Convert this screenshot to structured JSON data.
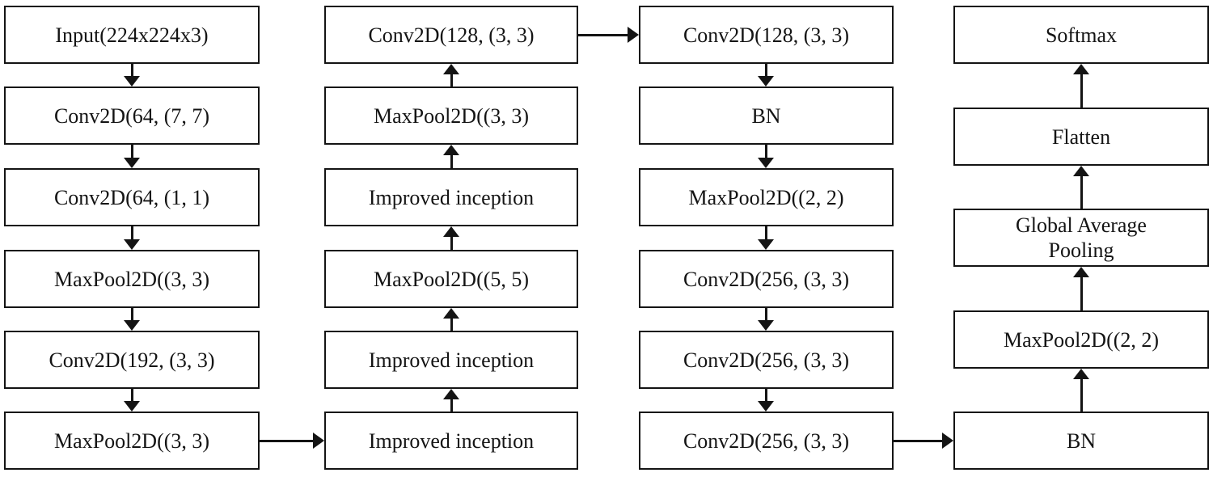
{
  "diagram": {
    "description": "Convolutional neural network architecture flowchart",
    "columns": [
      {
        "name": "stage-1",
        "flow": "down",
        "boxes": [
          "Input(224x224x3)",
          "Conv2D(64, (7, 7)",
          "Conv2D(64, (1, 1)",
          "MaxPool2D((3, 3)",
          "Conv2D(192, (3, 3)",
          "MaxPool2D((3, 3)"
        ]
      },
      {
        "name": "stage-2",
        "flow": "up",
        "boxes": [
          "Conv2D(128, (3, 3)",
          "MaxPool2D((3, 3)",
          "Improved inception",
          "MaxPool2D((5, 5)",
          "Improved inception",
          "Improved inception"
        ]
      },
      {
        "name": "stage-3",
        "flow": "down",
        "boxes": [
          "Conv2D(128, (3, 3)",
          "BN",
          "MaxPool2D((2, 2)",
          "Conv2D(256, (3, 3)",
          "Conv2D(256, (3, 3)",
          "Conv2D(256, (3, 3)"
        ]
      },
      {
        "name": "stage-4",
        "flow": "up",
        "boxes": [
          "Softmax",
          "Flatten",
          "Global Average\nPooling",
          "MaxPool2D((2, 2)",
          "BN"
        ]
      }
    ],
    "line_color": "#141414"
  }
}
